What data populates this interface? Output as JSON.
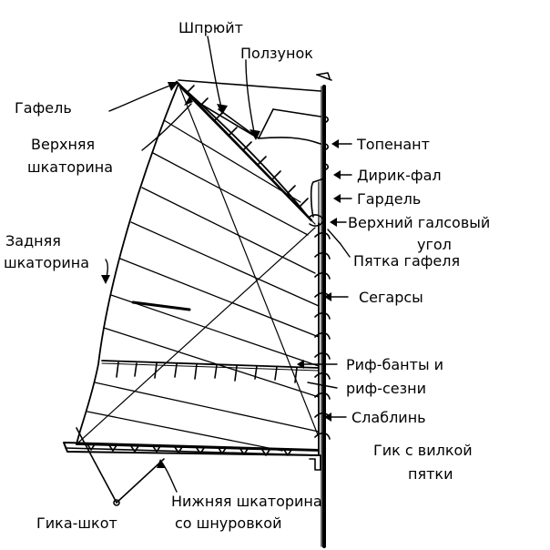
{
  "labels": {
    "spruit": "Шпрюйт",
    "polzunok": "Ползунок",
    "gafel": "Гафель",
    "topenant": "Топенант",
    "verkh_shkatorina_1": "Верхняя",
    "verkh_shkatorina_2": "шкаторина",
    "dirik_fal": "Дирик-фал",
    "gardel": "Гардель",
    "verkh_gals_1": "Верхний галсовый",
    "verkh_gals_2": "угол",
    "zadnyaya_1": "Задняя",
    "zadnyaya_2": "шкаторина",
    "pyatka_gafelya": "Пятка гафеля",
    "segarsy": "Сегарсы",
    "rif_1": "Риф-банты и",
    "rif_2": "риф-сезни",
    "slablin": "Слаблинь",
    "gik_1": "Гик с вилкой",
    "gik_2": "пятки",
    "nizh_1": "Нижняя шкаторина",
    "nizh_2": "со шнуровкой",
    "gika_shkot": "Гика-шкот"
  },
  "colors": {
    "ink": "#000000",
    "background": "#ffffff"
  }
}
